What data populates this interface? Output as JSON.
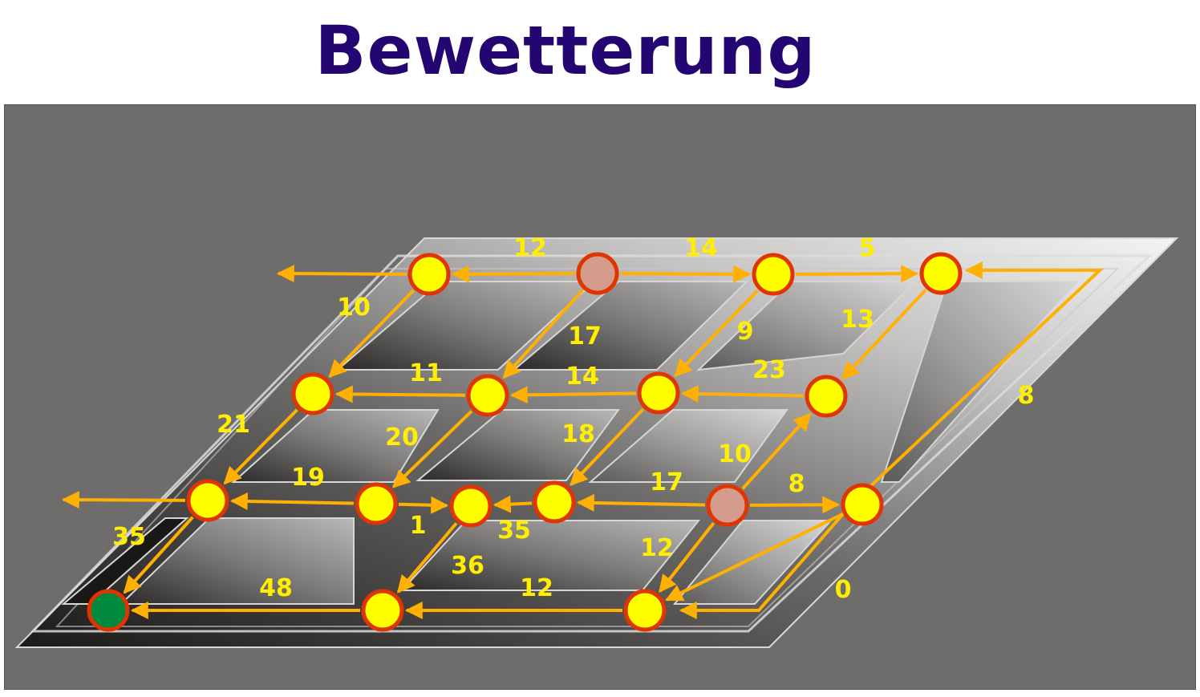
{
  "title": "Bewetterung",
  "colors": {
    "heading": "#240672",
    "background": "#6e6d6b",
    "airflow": "#ffb000",
    "node_fill": "#ffff00",
    "node_ring": "#e03500",
    "source_node": "#d39c8c",
    "exit_node": "#008a3e",
    "label": "#ffee00"
  },
  "nodes": [
    {
      "id": "A1",
      "kind": "junction"
    },
    {
      "id": "A2",
      "kind": "source"
    },
    {
      "id": "A3",
      "kind": "junction"
    },
    {
      "id": "A4",
      "kind": "junction"
    },
    {
      "id": "B1",
      "kind": "junction"
    },
    {
      "id": "B2",
      "kind": "junction"
    },
    {
      "id": "B3",
      "kind": "junction"
    },
    {
      "id": "B4",
      "kind": "junction"
    },
    {
      "id": "C1",
      "kind": "junction"
    },
    {
      "id": "C2",
      "kind": "junction"
    },
    {
      "id": "C3",
      "kind": "junction"
    },
    {
      "id": "C4",
      "kind": "junction"
    },
    {
      "id": "C5",
      "kind": "source"
    },
    {
      "id": "C6",
      "kind": "junction"
    },
    {
      "id": "D1",
      "kind": "exit"
    },
    {
      "id": "D2",
      "kind": "junction"
    },
    {
      "id": "D3",
      "kind": "junction"
    }
  ],
  "flows": [
    {
      "from": "A2",
      "to": "A1",
      "label": "12"
    },
    {
      "from": "A2",
      "to": "A3",
      "label": "14"
    },
    {
      "from": "A3",
      "to": "A4",
      "label": "5"
    },
    {
      "from": "A1",
      "to": "B1",
      "label": "10"
    },
    {
      "from": "A2",
      "to": "B2",
      "label": "17"
    },
    {
      "from": "A3",
      "to": "B3",
      "label": "9"
    },
    {
      "from": "A4",
      "to": "B4",
      "label": "13"
    },
    {
      "from": "B2",
      "to": "B1",
      "label": "11"
    },
    {
      "from": "B3",
      "to": "B2",
      "label": "14"
    },
    {
      "from": "B4",
      "to": "B3",
      "label": "23"
    },
    {
      "from": "B1",
      "to": "C1",
      "label": "21"
    },
    {
      "from": "B2",
      "to": "C2",
      "label": "20"
    },
    {
      "from": "B3",
      "to": "C4",
      "label": "18"
    },
    {
      "from": "C5",
      "to": "B4",
      "label": "10"
    },
    {
      "from": "C2",
      "to": "C1",
      "label": "19"
    },
    {
      "from": "C2",
      "to": "C3",
      "label": "1"
    },
    {
      "from": "C4",
      "to": "C3",
      "label": "35"
    },
    {
      "from": "C5",
      "to": "C4",
      "label": "17"
    },
    {
      "from": "C5",
      "to": "C6",
      "label": "8"
    },
    {
      "from": "C1",
      "to": "D1",
      "label": "35"
    },
    {
      "from": "C3",
      "to": "D2",
      "label": "36"
    },
    {
      "from": "C5",
      "to": "D3",
      "label": "12"
    },
    {
      "from": "D2",
      "to": "D1",
      "label": "48"
    },
    {
      "from": "D3",
      "to": "D2",
      "label": "12"
    },
    {
      "from": "C6",
      "to": "D3",
      "label": "0"
    },
    {
      "from": "outer-loop",
      "to": "A4",
      "label": "8"
    },
    {
      "from": "A1",
      "to": "exit-top",
      "label": ""
    },
    {
      "from": "C1",
      "to": "exit-left",
      "label": ""
    }
  ]
}
